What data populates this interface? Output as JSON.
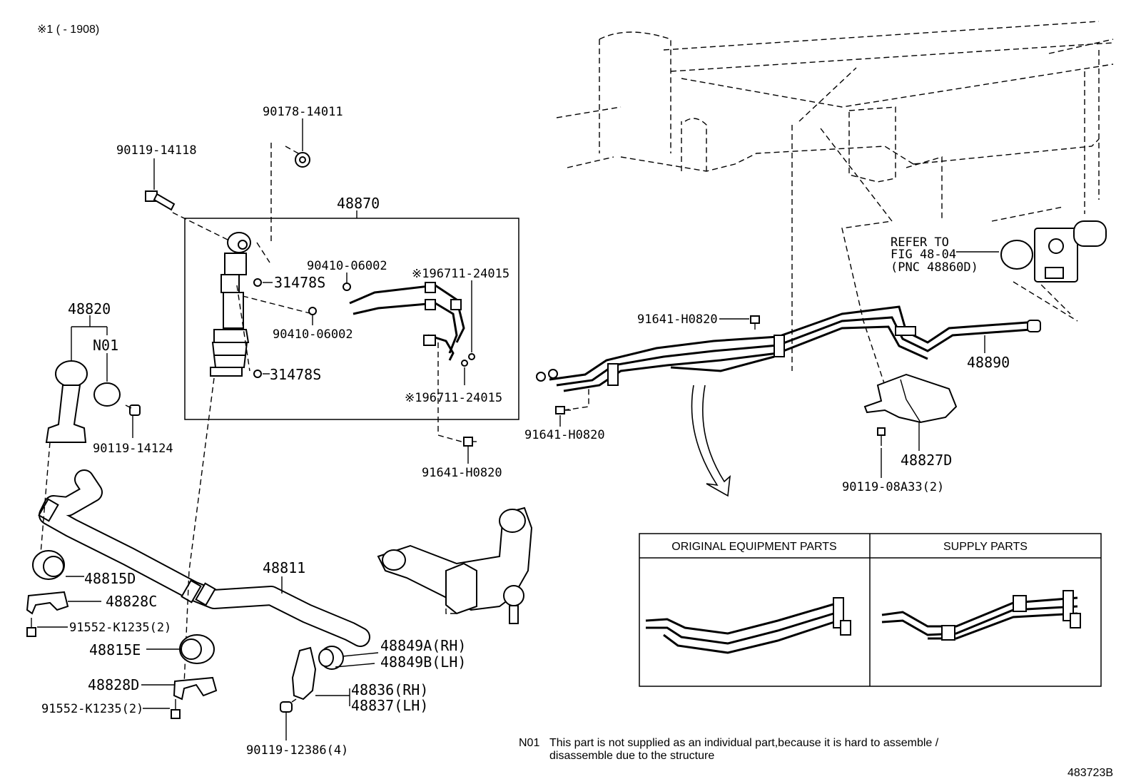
{
  "header": {
    "note": "※1 (      - 1908)"
  },
  "labels": {
    "p90178_14011": "90178-14011",
    "p90119_14118": "90119-14118",
    "p48870": "48870",
    "p90410_06002_a": "90410-06002",
    "p90410_06002_b": "90410-06002",
    "p31478s_a": "31478S",
    "p31478s_b": "31478S",
    "p96711_a": "※196711-24015",
    "p96711_b": "※196711-24015",
    "p91641_a": "91641-H0820",
    "p91641_b": "91641-H0820",
    "p91641_c": "91641-H0820",
    "p48820": "48820",
    "n01": "N01",
    "p90119_14124": "90119-14124",
    "p48890": "48890",
    "p48827d": "48827D",
    "p90119_08a33": "90119-08A33(2)",
    "refer_line1": "REFER TO",
    "refer_line2": "FIG 48-04",
    "refer_line3": "(PNC 48860D)",
    "p48815d": "48815D",
    "p48828c": "48828C",
    "p91552_a": "91552-K1235(2)",
    "p48811": "48811",
    "p48815e": "48815E",
    "p48828d": "48828D",
    "p91552_b": "91552-K1235(2)",
    "p48849a": "48849A(RH)",
    "p48849b": "48849B(LH)",
    "p48836": "48836(RH)",
    "p48837": "48837(LH)",
    "p90119_12386": "90119-12386(4)"
  },
  "legend_table": {
    "original": "ORIGINAL EQUIPMENT PARTS",
    "supply": "SUPPLY PARTS"
  },
  "footnote": {
    "code": "N01",
    "line1": "This part is not supplied as an individual part,because it is hard to assemble /",
    "line2": "disassemble due to the structure"
  },
  "figure_id": "483723B"
}
